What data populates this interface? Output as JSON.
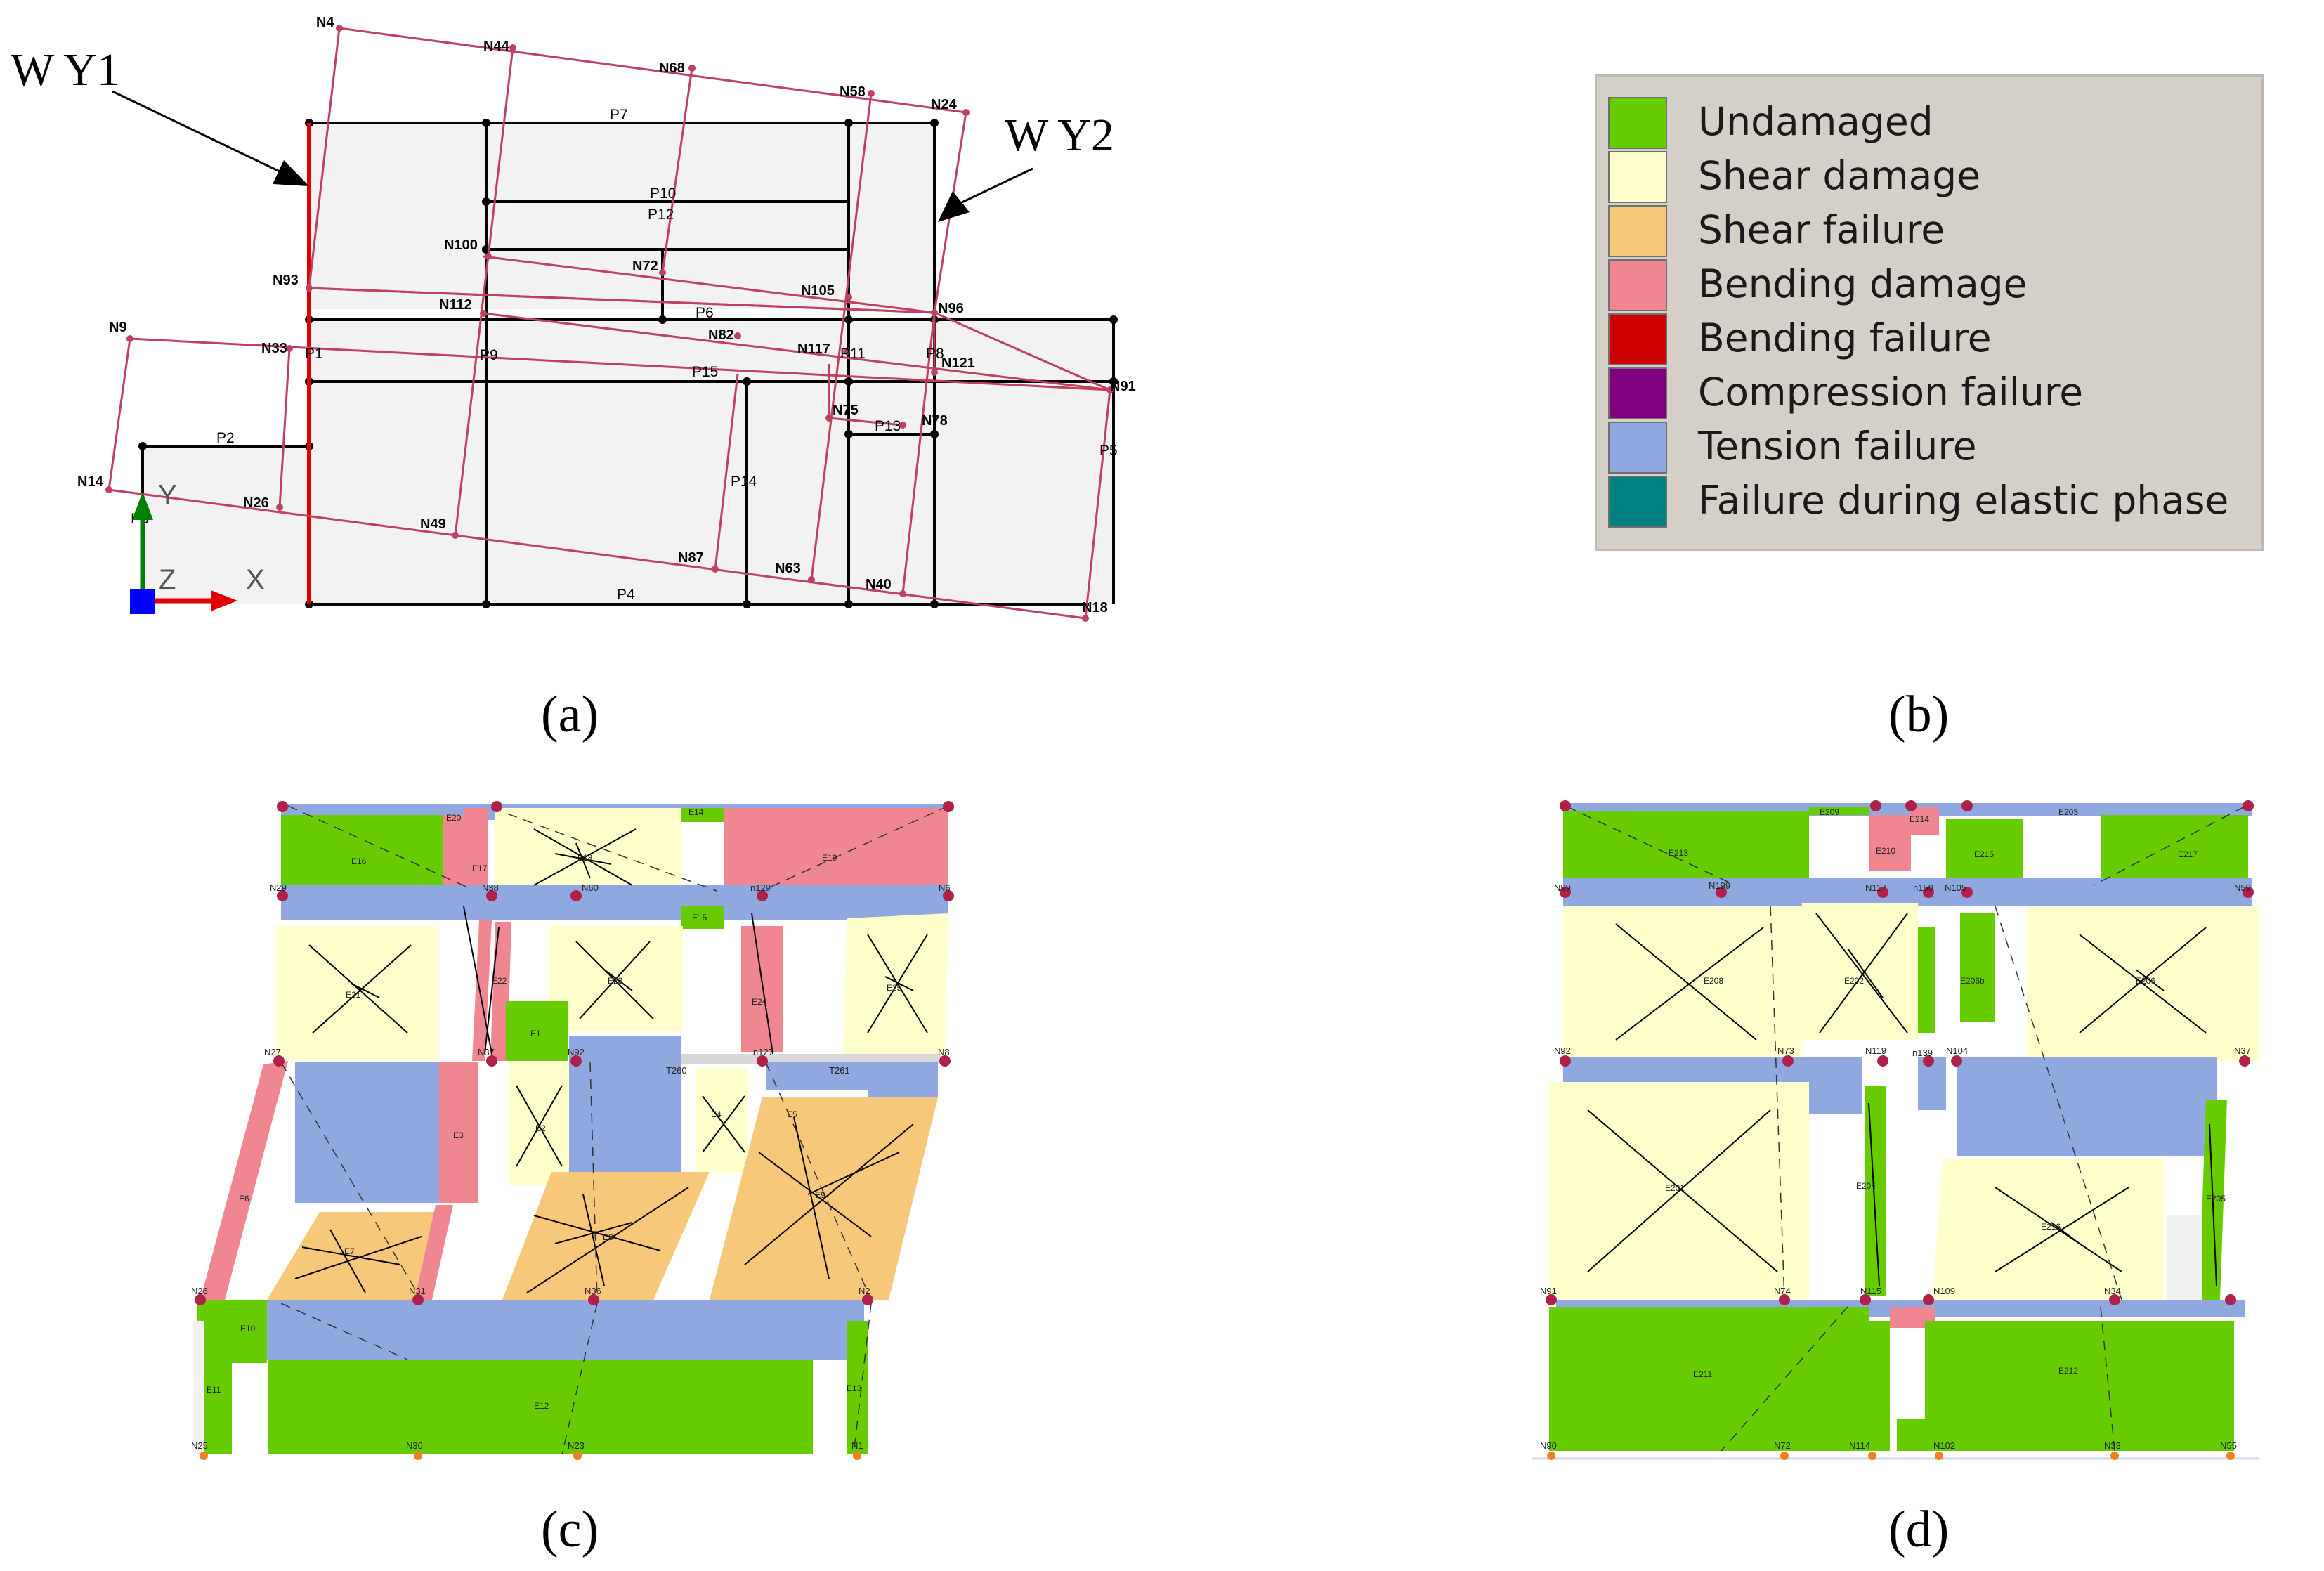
{
  "panel_labels": {
    "a": "(a)",
    "b": "(b)",
    "c": "(c)",
    "d": "(d)"
  },
  "plan": {
    "wall_labels": {
      "wy1": "W  Y1",
      "wy2": "W  Y2"
    },
    "axis_labels": {
      "y": "Y",
      "z": "Z",
      "x": "X"
    },
    "nodes": [
      "N4",
      "N44",
      "N68",
      "N58",
      "N24",
      "N100",
      "N72",
      "N105",
      "N96",
      "N93",
      "N112",
      "N82",
      "N117",
      "N121",
      "N91",
      "N9",
      "N33",
      "N75",
      "N78",
      "N14",
      "N26",
      "N49",
      "N87",
      "N63",
      "N40",
      "N18"
    ],
    "panels": [
      "P7",
      "P10",
      "P12",
      "P6",
      "P15",
      "P9",
      "P2",
      "P14",
      "P13",
      "P4",
      "P5",
      "P8",
      "P11",
      "P1",
      "P3"
    ],
    "colors": {
      "grid": "#000000",
      "mesh": "#c04060",
      "highlight_wall": "#e00000",
      "floor_fill": "#f2f2f2"
    }
  },
  "legend": {
    "items": [
      {
        "label": "Undamaged",
        "color": "#66cc00"
      },
      {
        "label": "Shear damage",
        "color": "#ffffcc"
      },
      {
        "label": "Shear failure",
        "color": "#f8c87a"
      },
      {
        "label": "Bending damage",
        "color": "#f08690"
      },
      {
        "label": "Bending failure",
        "color": "#cc0000"
      },
      {
        "label": "Compression failure",
        "color": "#800080"
      },
      {
        "label": "Tension failure",
        "color": "#8fa8e0"
      },
      {
        "label": "Failure during elastic phase",
        "color": "#008080"
      }
    ]
  },
  "wall_c": {
    "node_labels": [
      "N29",
      "N38",
      "N60",
      "n129",
      "N6",
      "N27",
      "N37",
      "N92",
      "n127",
      "N8",
      "N26",
      "N31",
      "N36",
      "N2",
      "N25",
      "N30",
      "N23",
      "N1",
      "T260",
      "T261"
    ],
    "element_labels": [
      "E16",
      "E17",
      "E18",
      "E19",
      "E20",
      "E21",
      "E22",
      "E23",
      "E24",
      "E25",
      "E1",
      "E2",
      "E3",
      "E4",
      "E5",
      "E6",
      "E7",
      "E8",
      "E9",
      "E10",
      "E11",
      "E12",
      "E13",
      "E14",
      "E15"
    ]
  },
  "wall_d": {
    "node_labels": [
      "N99",
      "N199",
      "N117",
      "n150",
      "N105",
      "N59",
      "N92",
      "N73",
      "N119",
      "n139",
      "N104",
      "N37",
      "N91",
      "N74",
      "N115",
      "N109",
      "N34",
      "N90",
      "N72",
      "N114",
      "N102",
      "N33",
      "N55"
    ],
    "element_labels": [
      "E209",
      "E214",
      "E213",
      "E215",
      "E203",
      "E217",
      "E210",
      "E208",
      "E202",
      "E206",
      "E206b",
      "E201",
      "E204",
      "E216",
      "E205",
      "E211",
      "E212"
    ]
  }
}
